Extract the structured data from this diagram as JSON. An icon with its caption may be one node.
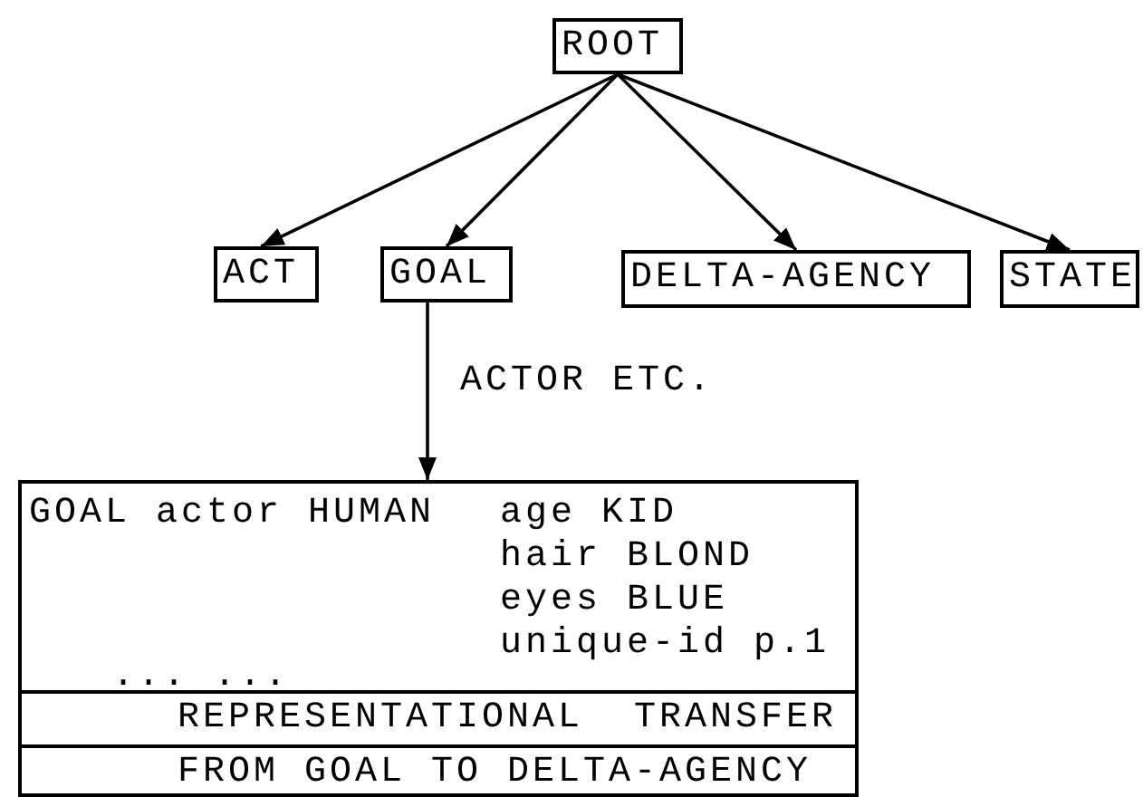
{
  "diagram": {
    "nodes": [
      {
        "text": [
          "ROOT"
        ]
      },
      {
        "text": [
          "ACT"
        ]
      },
      {
        "text": [
          "GOAL"
        ]
      },
      {
        "text": [
          "DELTA-AGENCY"
        ]
      },
      {
        "text": [
          "STATE"
        ]
      },
      {
        "text": [
          "GOAL actor HUMAN",
          "age KID",
          "hair BLOND",
          "eyes BLUE",
          "unique-id p.1",
          "... ..."
        ]
      },
      {
        "text": [
          "REPRESENTATIONAL  TRANSFER"
        ],
        "in": 5
      },
      {
        "text": [
          "FROM GOAL TO DELTA-AGENCY"
        ],
        "in": 5
      }
    ],
    "edges": [
      {
        "from": 0,
        "to": 1,
        "arrow": "to"
      },
      {
        "from": 0,
        "to": 2,
        "arrow": "to"
      },
      {
        "from": 0,
        "to": 3,
        "arrow": "to"
      },
      {
        "from": 0,
        "to": 4,
        "arrow": "to"
      },
      {
        "from": 2,
        "to": 5,
        "label": "ACTOR ETC.",
        "arrow": "to"
      }
    ]
  }
}
